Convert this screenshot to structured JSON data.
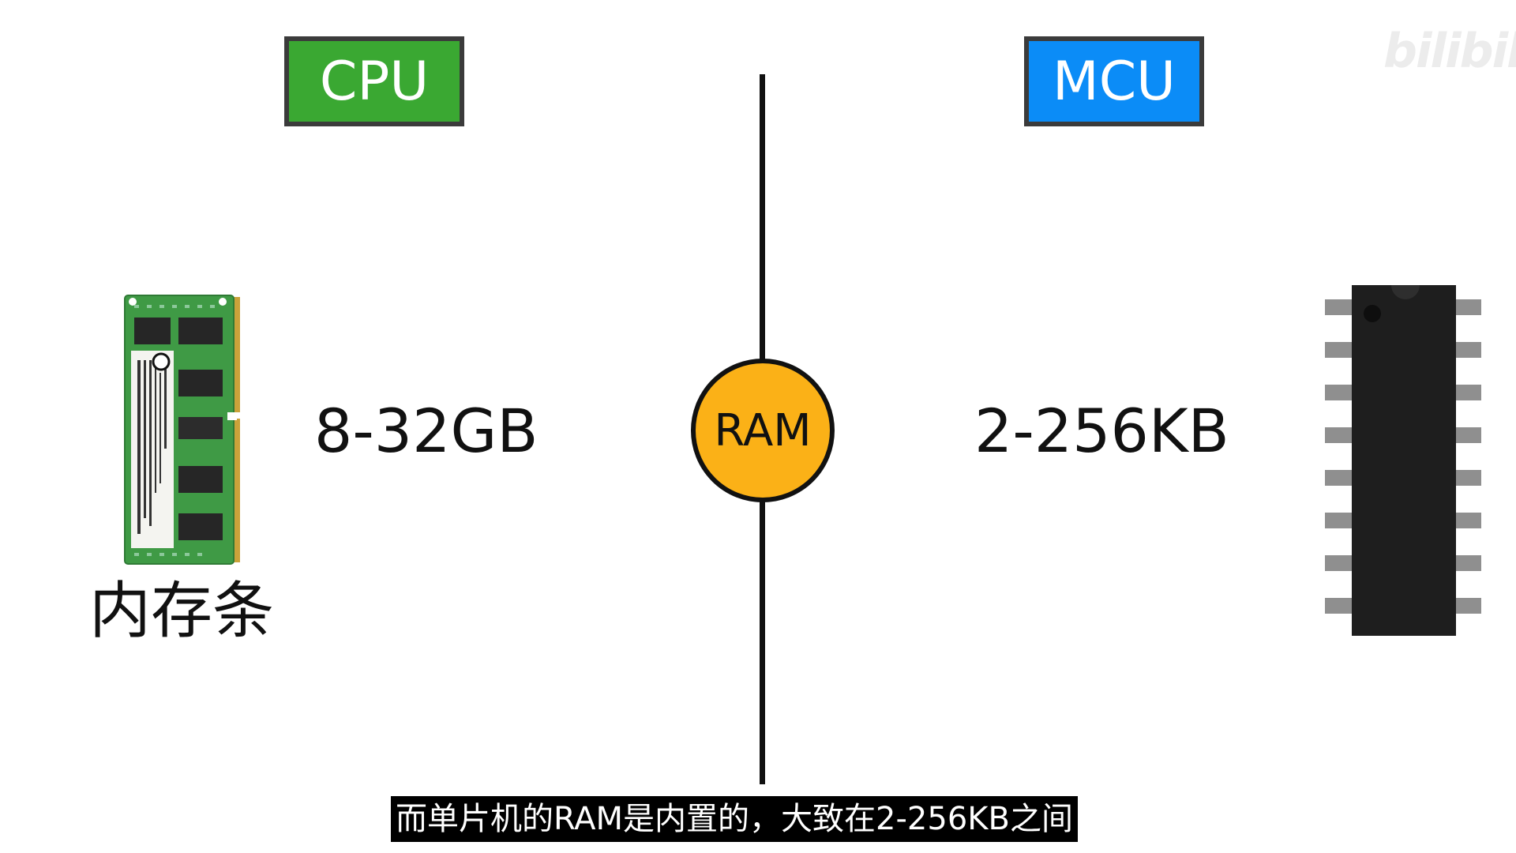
{
  "watermark": "bilibili",
  "left_panel": {
    "header": "CPU",
    "header_color": "#3aa832",
    "capacity": "8-32GB",
    "component_label": "内存条",
    "component_icon": "ram-stick-icon"
  },
  "center": {
    "label": "RAM",
    "circle_color": "#fbb117"
  },
  "right_panel": {
    "header": "MCU",
    "header_color": "#0b8cf7",
    "capacity": "2-256KB",
    "component_icon": "microcontroller-chip-icon"
  },
  "subtitle": "而单片机的RAM是内置的，大致在2-256KB之间"
}
